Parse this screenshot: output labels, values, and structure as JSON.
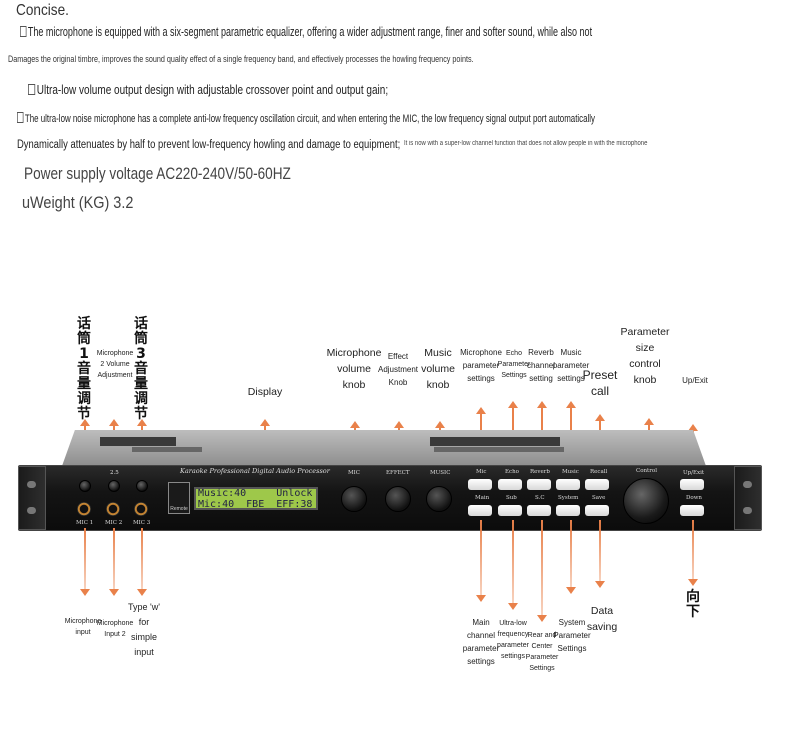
{
  "intro": {
    "heading": "Concise.",
    "line1": "The microphone is equipped with a six-segment parametric equalizer, offering a wider adjustment range, finer and softer sound, while also not",
    "line2": "Damages the original timbre, improves the sound quality effect of a single frequency band, and effectively processes the howling frequency points.",
    "line3": "Ultra-low volume output design with adjustable crossover point and output gain;",
    "line4": "The ultra-low noise microphone has a complete anti-low frequency oscillation circuit, and when entering the MIC, the low frequency signal output port automatically",
    "line5": "Dynamically attenuates by half to prevent low-frequency howling and damage to equipment;",
    "line5_overlap": "It is now with a super-low channel function that does not allow people in with the microphone",
    "power": "Power supply voltage AC220-240V/50-60HZ",
    "weight": "uWeight (KG) 3.2"
  },
  "top_labels": {
    "mic1_zh": [
      "话",
      "筒",
      "1",
      "音",
      "量",
      "调",
      "节"
    ],
    "mic2_volume": [
      "Microphone",
      "2 Volume",
      "Adjustment"
    ],
    "mic3_zh": [
      "话",
      "筒",
      "3",
      "音",
      "量",
      "调",
      "节"
    ],
    "display": "Display",
    "mic_volume_knob": [
      "Microphone",
      "volume",
      "knob"
    ],
    "effect_adjustment_knob": [
      "Effect",
      "Adjustment",
      "Knob"
    ],
    "music_volume_knob": [
      "Music",
      "volume",
      "knob"
    ],
    "mic_param_settings": [
      "Microphone",
      "parameter",
      "settings"
    ],
    "echo_param_settings": [
      "Echo",
      "Parameter",
      "Settings"
    ],
    "reverb_channel_setting": [
      "Reverb",
      "channel",
      "setting"
    ],
    "music_param_settings": [
      "Music",
      "parameter",
      "settings"
    ],
    "preset_call": [
      "Preset",
      "call"
    ],
    "param_size_knob": [
      "Parameter",
      "size",
      "control",
      "knob"
    ],
    "up_exit": "Up/Exit"
  },
  "bottom_labels": {
    "mic_input": [
      "Microphone",
      "input"
    ],
    "mic_input2": [
      "Microphone",
      "Input 2"
    ],
    "type_w": [
      "Type 'w'",
      "for",
      "simple",
      "input"
    ],
    "main_channel": [
      "Main",
      "channel",
      "parameter",
      "settings"
    ],
    "ultra_low": [
      "Ultra-low",
      "frequency",
      "parameter",
      "settings"
    ],
    "rear_center": [
      "Rear and",
      "Center",
      "Parameter",
      "Settings"
    ],
    "system_settings": [
      "System",
      "Parameter",
      "Settings"
    ],
    "data_saving": [
      "Data",
      "saving"
    ],
    "down_zh": [
      "向",
      "下"
    ]
  },
  "device": {
    "title": "Karaoke Professional Digital Audio Processor",
    "lcd_line1": "Music:40     Unlock",
    "lcd_line2": "Mic:40  FBE  EFF:38",
    "remote": "Remote",
    "mic_labels": [
      "MIC 1",
      "MIC 2",
      "MIC 3"
    ],
    "mic_25": "2.5",
    "knob_labels": [
      "MIC",
      "EFFECT",
      "MUSIC"
    ],
    "buttons_top": [
      "Mic",
      "Echo",
      "Reverb",
      "Music",
      "Recall"
    ],
    "buttons_bottom": [
      "Main",
      "Sub",
      "S.C",
      "System",
      "Save"
    ],
    "control": "Control",
    "up_label": "Up/Exit",
    "down_label": "Down"
  },
  "colors": {
    "arrow": "#e9814a",
    "lcd": "#9ec84a"
  }
}
